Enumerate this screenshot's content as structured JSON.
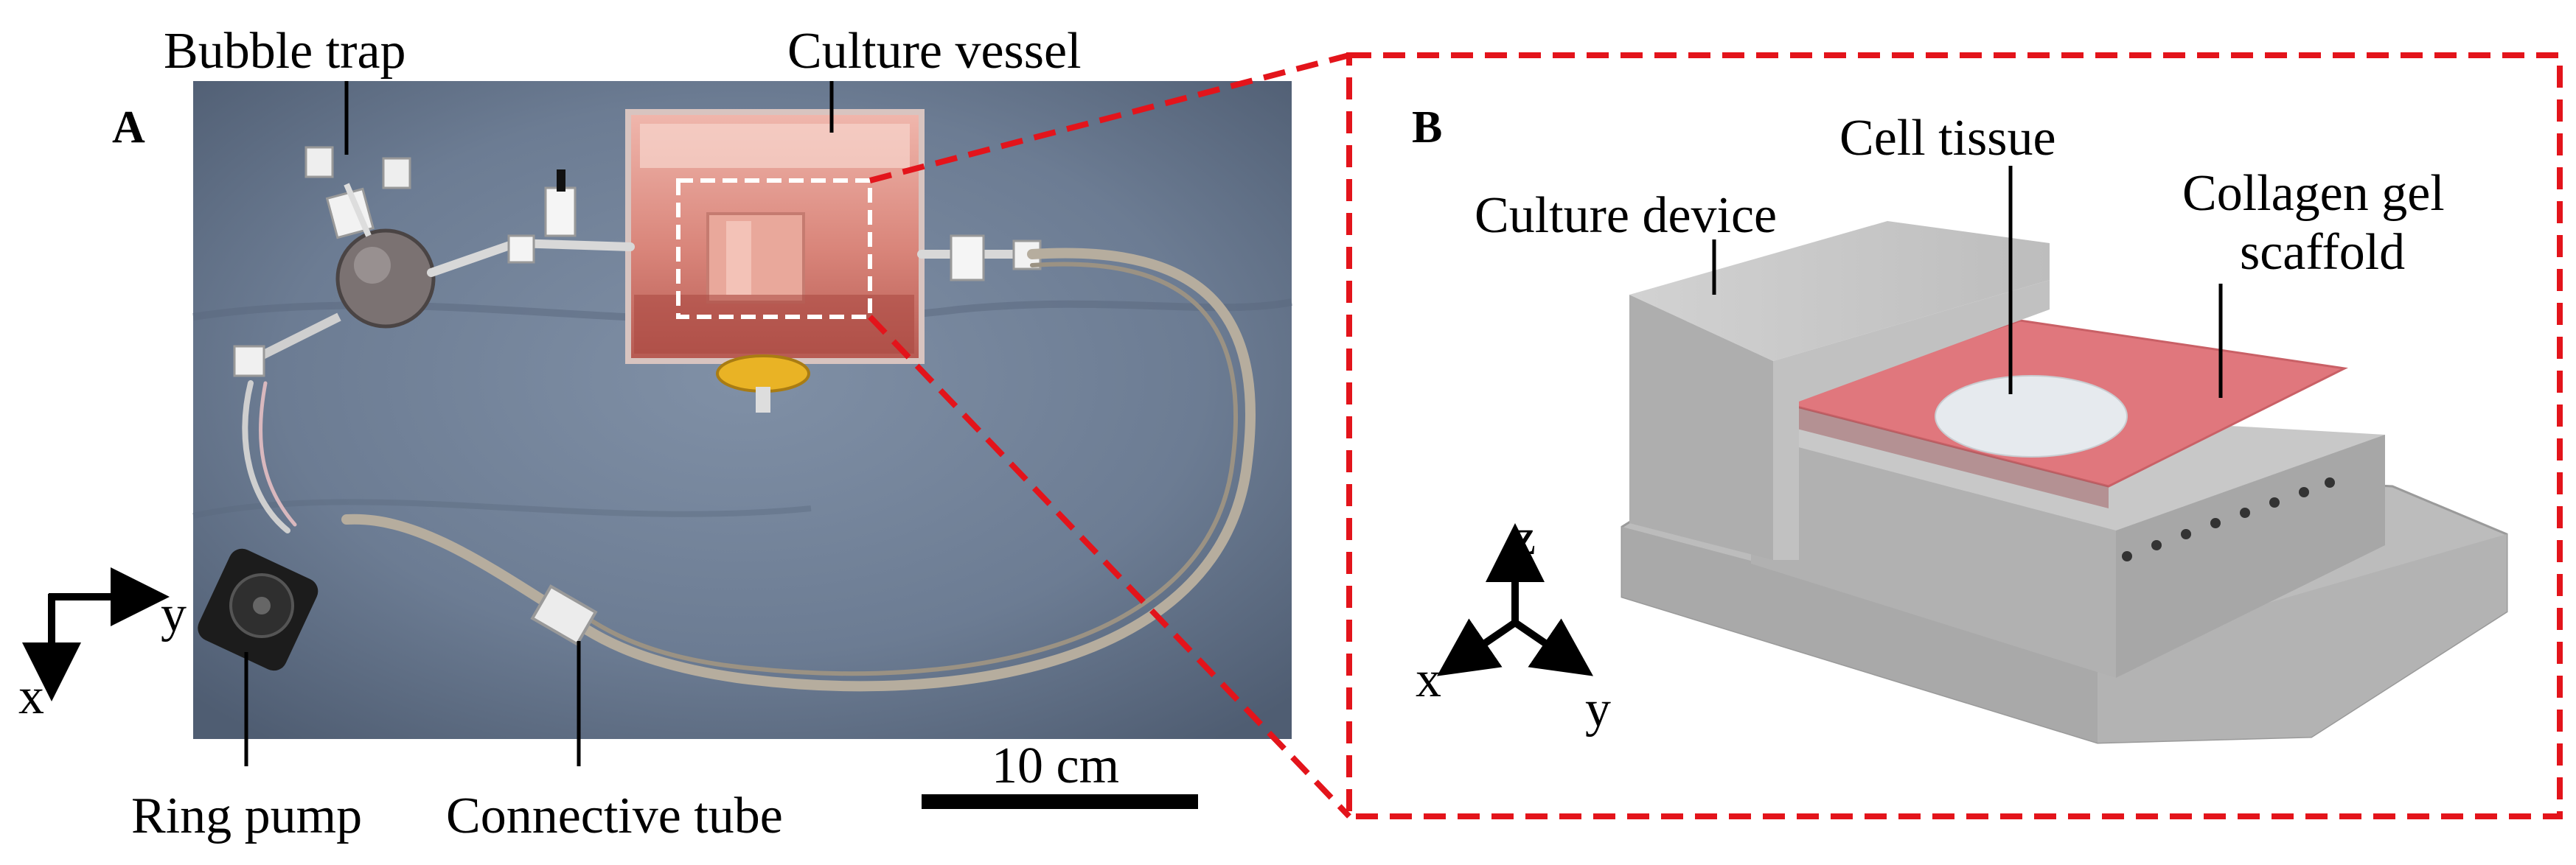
{
  "panel_a": {
    "letter": "A",
    "labels": {
      "bubble_trap": "Bubble trap",
      "culture_vessel": "Culture vessel",
      "ring_pump": "Ring pump",
      "connective_tube": "Connective tube"
    },
    "axes": {
      "x": "x",
      "y": "y"
    },
    "scale_bar": {
      "text": "10 cm",
      "value_cm": 10
    }
  },
  "panel_b": {
    "letter": "B",
    "labels": {
      "culture_device": "Culture device",
      "cell_tissue": "Cell tissue",
      "collagen_line1": "Collagen gel",
      "collagen_line2": "scaffold"
    },
    "axes": {
      "x": "x",
      "y": "y",
      "z": "z"
    }
  },
  "colors": {
    "callout_red": "#e3141b",
    "cloth_blue": "#6f7f95",
    "collagen_pink": "#e0777d",
    "device_gray": "#b8b8b8",
    "tissue_white": "#e6eaee"
  }
}
